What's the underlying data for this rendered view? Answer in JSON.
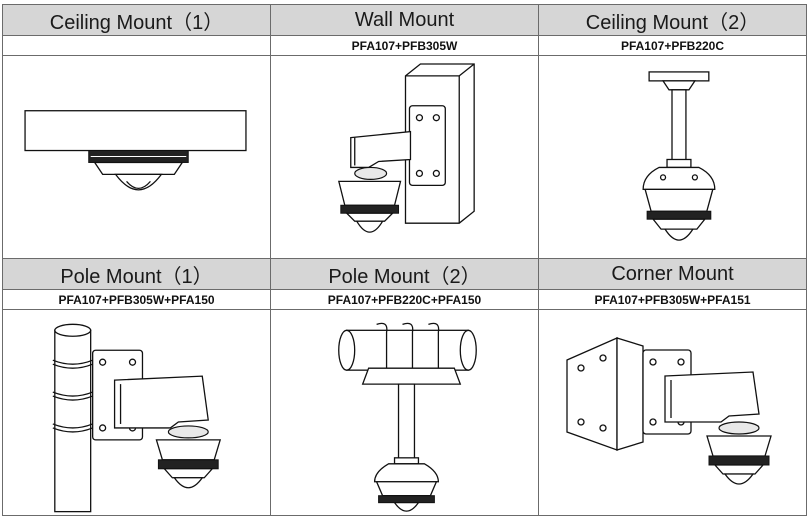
{
  "panels": [
    {
      "title": "Ceiling Mount（1）",
      "model": "",
      "illustration": "ceiling-mount-1"
    },
    {
      "title": "Wall Mount",
      "model": "PFA107+PFB305W",
      "illustration": "wall-mount"
    },
    {
      "title": "Ceiling Mount（2）",
      "model": "PFA107+PFB220C",
      "illustration": "ceiling-mount-2"
    },
    {
      "title": "Pole Mount（1）",
      "model": "PFA107+PFB305W+PFA150",
      "illustration": "pole-mount-1"
    },
    {
      "title": "Pole Mount（2）",
      "model": "PFA107+PFB220C+PFA150",
      "illustration": "pole-mount-2"
    },
    {
      "title": "Corner Mount",
      "model": "PFA107+PFB305W+PFA151",
      "illustration": "corner-mount"
    }
  ],
  "colors": {
    "header_bg": "#d6d6d6",
    "border": "#6b6b6b",
    "line": "#111111"
  }
}
